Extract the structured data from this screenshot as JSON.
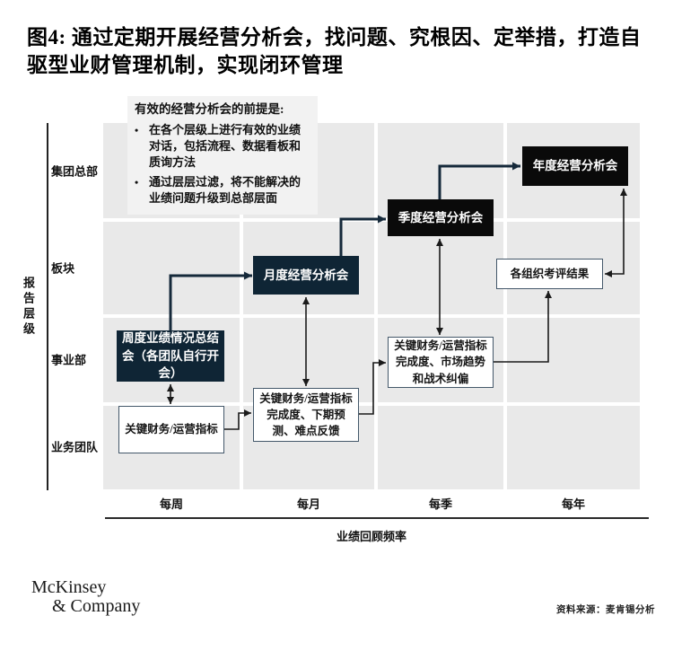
{
  "title": "图4: 通过定期开展经营分析会，找问题、究根因、定举措，打造自驱型业财管理机制，实现闭环管理",
  "note": {
    "header": "有效的经营分析会的前提是:",
    "bullets": [
      "在各个层级上进行有效的业绩对话，包括流程、数据看板和质询方法",
      "通过层层过滤，将不能解决的业绩问题升级到总部层面"
    ]
  },
  "y_axis": {
    "title": "报告层级",
    "labels": [
      "集团总部",
      "板块",
      "事业部",
      "业务团队"
    ]
  },
  "x_axis": {
    "title": "业绩回顾频率",
    "labels": [
      "每周",
      "每月",
      "每季",
      "每年"
    ]
  },
  "boxes": {
    "weekly": "周度业绩情况总结会（各团队自行开会）",
    "weekly_kpi": "关键财务/运营指标",
    "monthly": "月度经营分析会",
    "monthly_kpi": "关键财务/运营指标完成度、下期预测、难点反馈",
    "quarterly": "季度经营分析会",
    "quarterly_kpi": "关键财务/运营指标完成度、市场趋势和战术纠偏",
    "annual": "年度经营分析会",
    "review": "各组织考评结果"
  },
  "footer": {
    "logo_line1": "McKinsey",
    "logo_line2": "& Company",
    "source": "资料来源：麦肯锡分析"
  },
  "colors": {
    "dark_navy_box": "#0f2535",
    "black_box": "#0a0a0a",
    "thick_arrow": "#15293a",
    "grid_cell": "#e9e9e9",
    "note_bg": "#f2f2f2",
    "box_border": "#44586a",
    "line": "#1a1a1a"
  }
}
